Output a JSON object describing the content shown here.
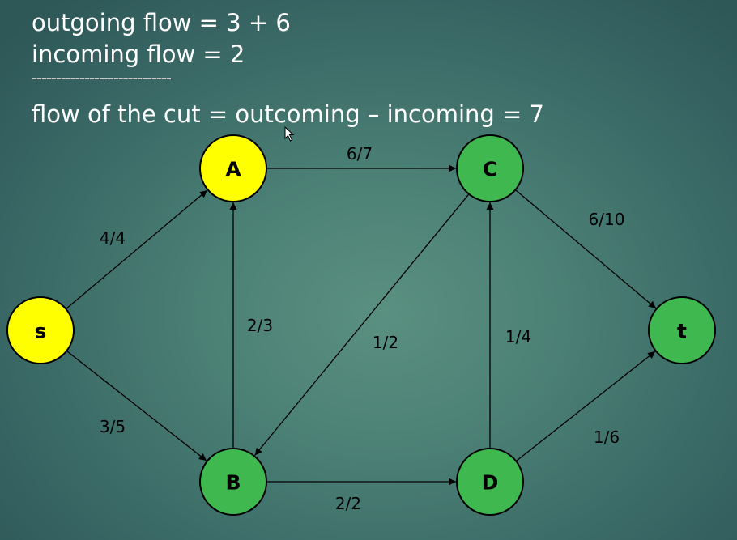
{
  "text": {
    "line1": "outgoing flow = 3 + 6",
    "line2": "incoming flow = 2",
    "separator": "-----------------------------",
    "line3": "flow of the cut = outcoming – incoming = 7"
  },
  "colors": {
    "node_yellow": "#ffff00",
    "node_green": "#3fb850",
    "edge": "#000000"
  },
  "nodes": [
    {
      "id": "s",
      "label": "s",
      "color": "yellow"
    },
    {
      "id": "A",
      "label": "A",
      "color": "yellow"
    },
    {
      "id": "B",
      "label": "B",
      "color": "green"
    },
    {
      "id": "C",
      "label": "C",
      "color": "green"
    },
    {
      "id": "D",
      "label": "D",
      "color": "green"
    },
    {
      "id": "t",
      "label": "t",
      "color": "green"
    }
  ],
  "edges": [
    {
      "from": "s",
      "to": "A",
      "label": "4/4"
    },
    {
      "from": "s",
      "to": "B",
      "label": "3/5"
    },
    {
      "from": "B",
      "to": "A",
      "label": "2/3"
    },
    {
      "from": "A",
      "to": "C",
      "label": "6/7"
    },
    {
      "from": "C",
      "to": "B",
      "label": "1/2"
    },
    {
      "from": "B",
      "to": "D",
      "label": "2/2"
    },
    {
      "from": "D",
      "to": "C",
      "label": "1/4"
    },
    {
      "from": "C",
      "to": "t",
      "label": "6/10"
    },
    {
      "from": "D",
      "to": "t",
      "label": "1/6"
    }
  ]
}
